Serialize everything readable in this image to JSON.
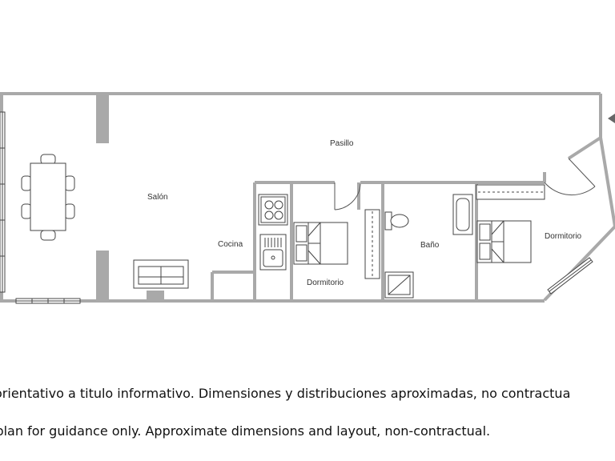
{
  "floor_plan": {
    "rooms": {
      "salon": "Salón",
      "pasillo": "Pasillo",
      "cocina": "Cocina",
      "dormitorio_1": "Dormitorio",
      "bano": "Baño",
      "dormitorio_2": "Dormitorio"
    },
    "colors": {
      "wall": "#a9a9a9",
      "fixture_stroke": "#444444",
      "background": "#ffffff"
    }
  },
  "disclaimer": {
    "es": "no orientativo a titulo informativo.  Dimensiones y distribuciones aproximadas, no contractua",
    "en": "or plan for guidance only.  Approximate dimensions and layout, non-contractual."
  }
}
